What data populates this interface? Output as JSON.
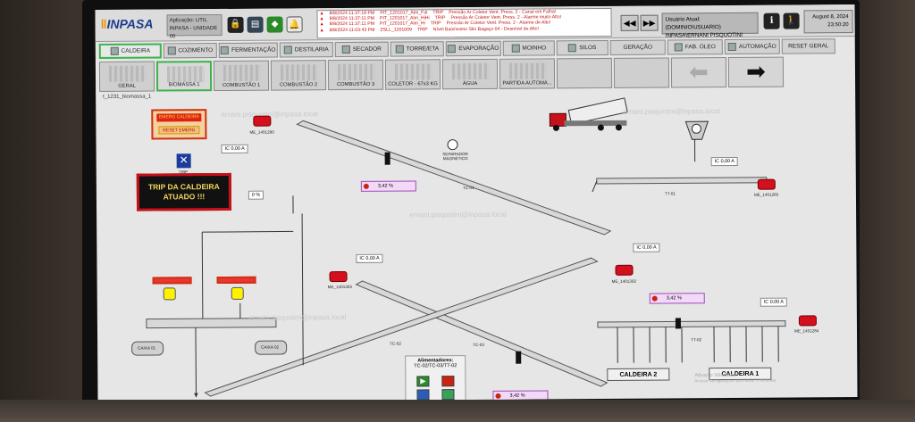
{
  "header": {
    "logo": "INPASA",
    "app_label": "Aplicação: UTIL",
    "app_sub": "INPASA - UNIDADE 00",
    "alarms": [
      {
        "date": "8/8/2024 11:37:19 PM",
        "tag": "PIT_1201017_Alm_Fal",
        "type": "TRIP",
        "msg": "Pressão Ar Coletor Vent. Press. 2 - Canal em Falha!"
      },
      {
        "date": "8/8/2024 11:37:11 PM",
        "tag": "PIT_1201017_Alm_HiHi",
        "type": "TRIP",
        "msg": "Pressão Ar Coletor Vent. Press. 2 - Alarme muito Alto!"
      },
      {
        "date": "8/8/2024 11:37:11 PM",
        "tag": "PIT_1201017_Alm_Hi",
        "type": "TRIP",
        "msg": "Pressão Ar Coletor Vent. Press. 2 - Alarme de Alto!"
      },
      {
        "date": "8/8/2024 11:03:43 PM",
        "tag": "ZSLL_1201009",
        "type": "TRIP",
        "msg": "Nível Baixíssimo Silo Bagaço 04 - Desnível de Alto!"
      }
    ],
    "user_label": "Usuário Atual: (DOMINIO\\USUARIO)",
    "user_value": "INPASA\\ERNANI PISQUOTINI",
    "date": "August 8, 2024",
    "time": "23:50:20"
  },
  "tabs": [
    {
      "label": "CALDEIRA",
      "active": true
    },
    {
      "label": "COZIMENTO"
    },
    {
      "label": "FERMENTAÇÃO"
    },
    {
      "label": "DESTILARIA"
    },
    {
      "label": "SECADOR"
    },
    {
      "label": "TORRE/ETA"
    },
    {
      "label": "EVAPORAÇÃO"
    },
    {
      "label": "MOINHO"
    },
    {
      "label": "SILOS"
    },
    {
      "label": "GERAÇÃO"
    },
    {
      "label": "FAB. ÓLEO"
    },
    {
      "label": "AUTOMAÇÃO"
    },
    {
      "label": "RESET GERAL"
    }
  ],
  "subtabs": [
    {
      "label": "GERAL"
    },
    {
      "label": "BIOMASSA 1",
      "active": true
    },
    {
      "label": "COMBUSTÃO 1"
    },
    {
      "label": "COMBUSTÃO 2"
    },
    {
      "label": "COMBUSTÃO 3"
    },
    {
      "label": "COLETOR - 67x3 KG"
    },
    {
      "label": "ÁGUA"
    },
    {
      "label": "PARTIDA AUTOMA..."
    }
  ],
  "screen_title": "t_1231_biomassa_1",
  "watermark": "ernani.pisquotini@inpasa.local",
  "trip": {
    "emerg_caldeira": "EMERG CALDEIRA",
    "reset_emerg": "RESET EMERG",
    "trip_label": "TRIP",
    "message": "TRIP DA CALDEIRA ATUADO !!!"
  },
  "process": {
    "ic_values": [
      {
        "label": "IC",
        "value": "0,00",
        "unit": "A"
      },
      {
        "label": "IC",
        "value": "0,00",
        "unit": "A"
      },
      {
        "label": "IC",
        "value": "0,00",
        "unit": "A"
      },
      {
        "label": "IC",
        "value": "0,00",
        "unit": "A"
      },
      {
        "label": "IC",
        "value": "0,00",
        "unit": "A"
      }
    ],
    "pct_values": [
      "3,42 %",
      "3,42 %",
      "3,42 %"
    ],
    "zero_pct": "0 %",
    "motors": [
      "ME_1401290",
      "ME_1401285",
      "ME_1401303",
      "ME_1401302",
      "ME_1401284"
    ],
    "separator": "SEPARADOR MAGNÉTICO",
    "conveyors": [
      "TC-01",
      "TC-02",
      "TC-03",
      "TT-01",
      "TT-02"
    ],
    "tanks": [
      "CAIXA 01",
      "CAIXA 02"
    ],
    "boilers": [
      "CALDEIRA 2",
      "CALDEIRA 1"
    ],
    "feeders_title": "Alimentadores:",
    "feeders_sub": "TC-02/TC-03/TT-02",
    "activate_windows": "Ativar o Windows",
    "activate_windows_sub": "Acesse Configurações para ativar o Windows."
  }
}
